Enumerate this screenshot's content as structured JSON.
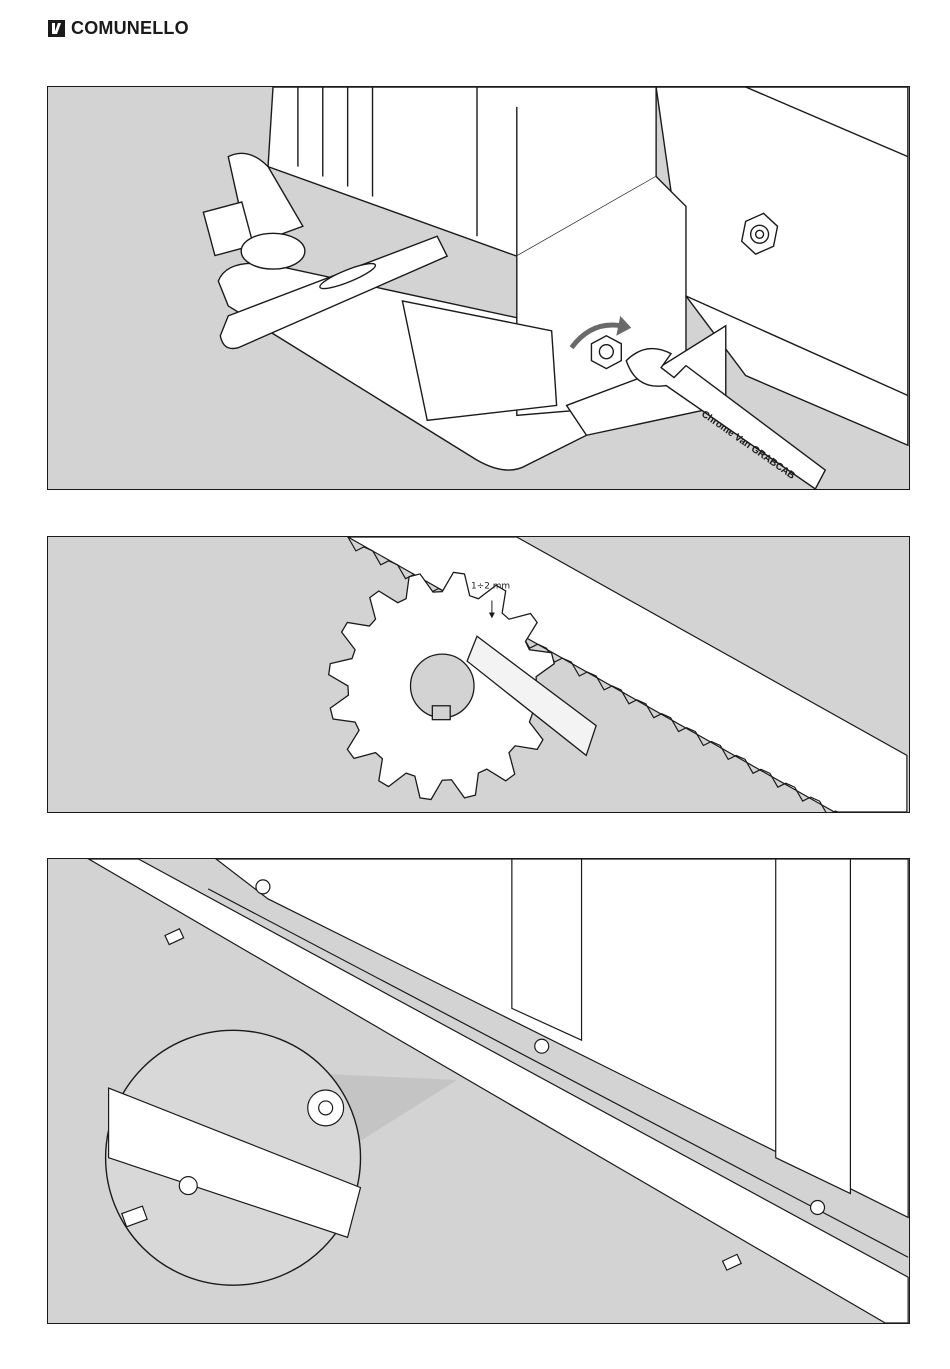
{
  "header": {
    "brand_name": "COMUNELLO",
    "brand_icon": "comunello-logo-icon"
  },
  "figures": [
    {
      "name": "motor-release-and-fixing",
      "wrench_text": "Chrome Van GRABCAB",
      "arrow_icon": "rotate-clockwise-arrow-icon"
    },
    {
      "name": "pinion-rack-clearance",
      "gap_label": "1÷2 mm"
    },
    {
      "name": "rack-mounting-detail",
      "detail_icon": "magnifier-detail-icon"
    }
  ],
  "colors": {
    "background": "#d3d3d3",
    "line": "#1a1a1a",
    "arrow": "#6a6a6a"
  }
}
